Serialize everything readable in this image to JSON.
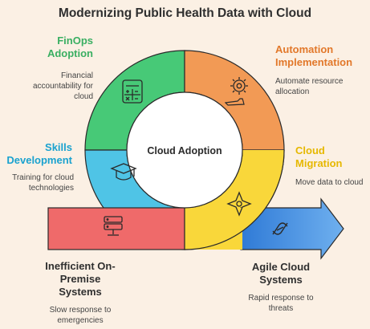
{
  "title": "Modernizing Public Health Data with Cloud",
  "center": "Cloud Adoption",
  "colors": {
    "background": "#fbf0e4",
    "green": "#47c977",
    "orange": "#f29a55",
    "yellow": "#f9d73a",
    "blue": "#4fc4e6",
    "red": "#ef6a6a",
    "arrow_blue": "#3f85db",
    "finops_text": "#3aaf62",
    "automation_text": "#e2782a",
    "migration_text": "#e6b800",
    "skills_text": "#1aa2cf"
  },
  "stages": {
    "finops": {
      "title_line1": "FinOps",
      "title_line2": "Adoption",
      "desc_line1": "Financial",
      "desc_line2": "accountability for",
      "desc_line3": "cloud",
      "icon": "calculator-icon"
    },
    "automation": {
      "title_line1": "Automation",
      "title_line2": "Implementation",
      "desc_line1": "Automate resource",
      "desc_line2": "allocation",
      "icon": "gear-icon"
    },
    "migration": {
      "title_line1": "Cloud",
      "title_line2": "Migration",
      "desc_line1": "Move data to cloud",
      "icon": "compass-icon"
    },
    "skills": {
      "title_line1": "Skills",
      "title_line2": "Development",
      "desc_line1": "Training for cloud",
      "desc_line2": "technologies",
      "icon": "graduation-cap-icon"
    },
    "inefficient": {
      "title_line1": "Inefficient On-",
      "title_line2": "Premise",
      "title_line3": "Systems",
      "desc_line1": "Slow response to",
      "desc_line2": "emergencies",
      "icon": "server-icon"
    },
    "agile": {
      "title_line1": "Agile Cloud",
      "title_line2": "Systems",
      "desc_line1": "Rapid response to",
      "desc_line2": "threats",
      "icon": "cloud-link-icon"
    }
  }
}
